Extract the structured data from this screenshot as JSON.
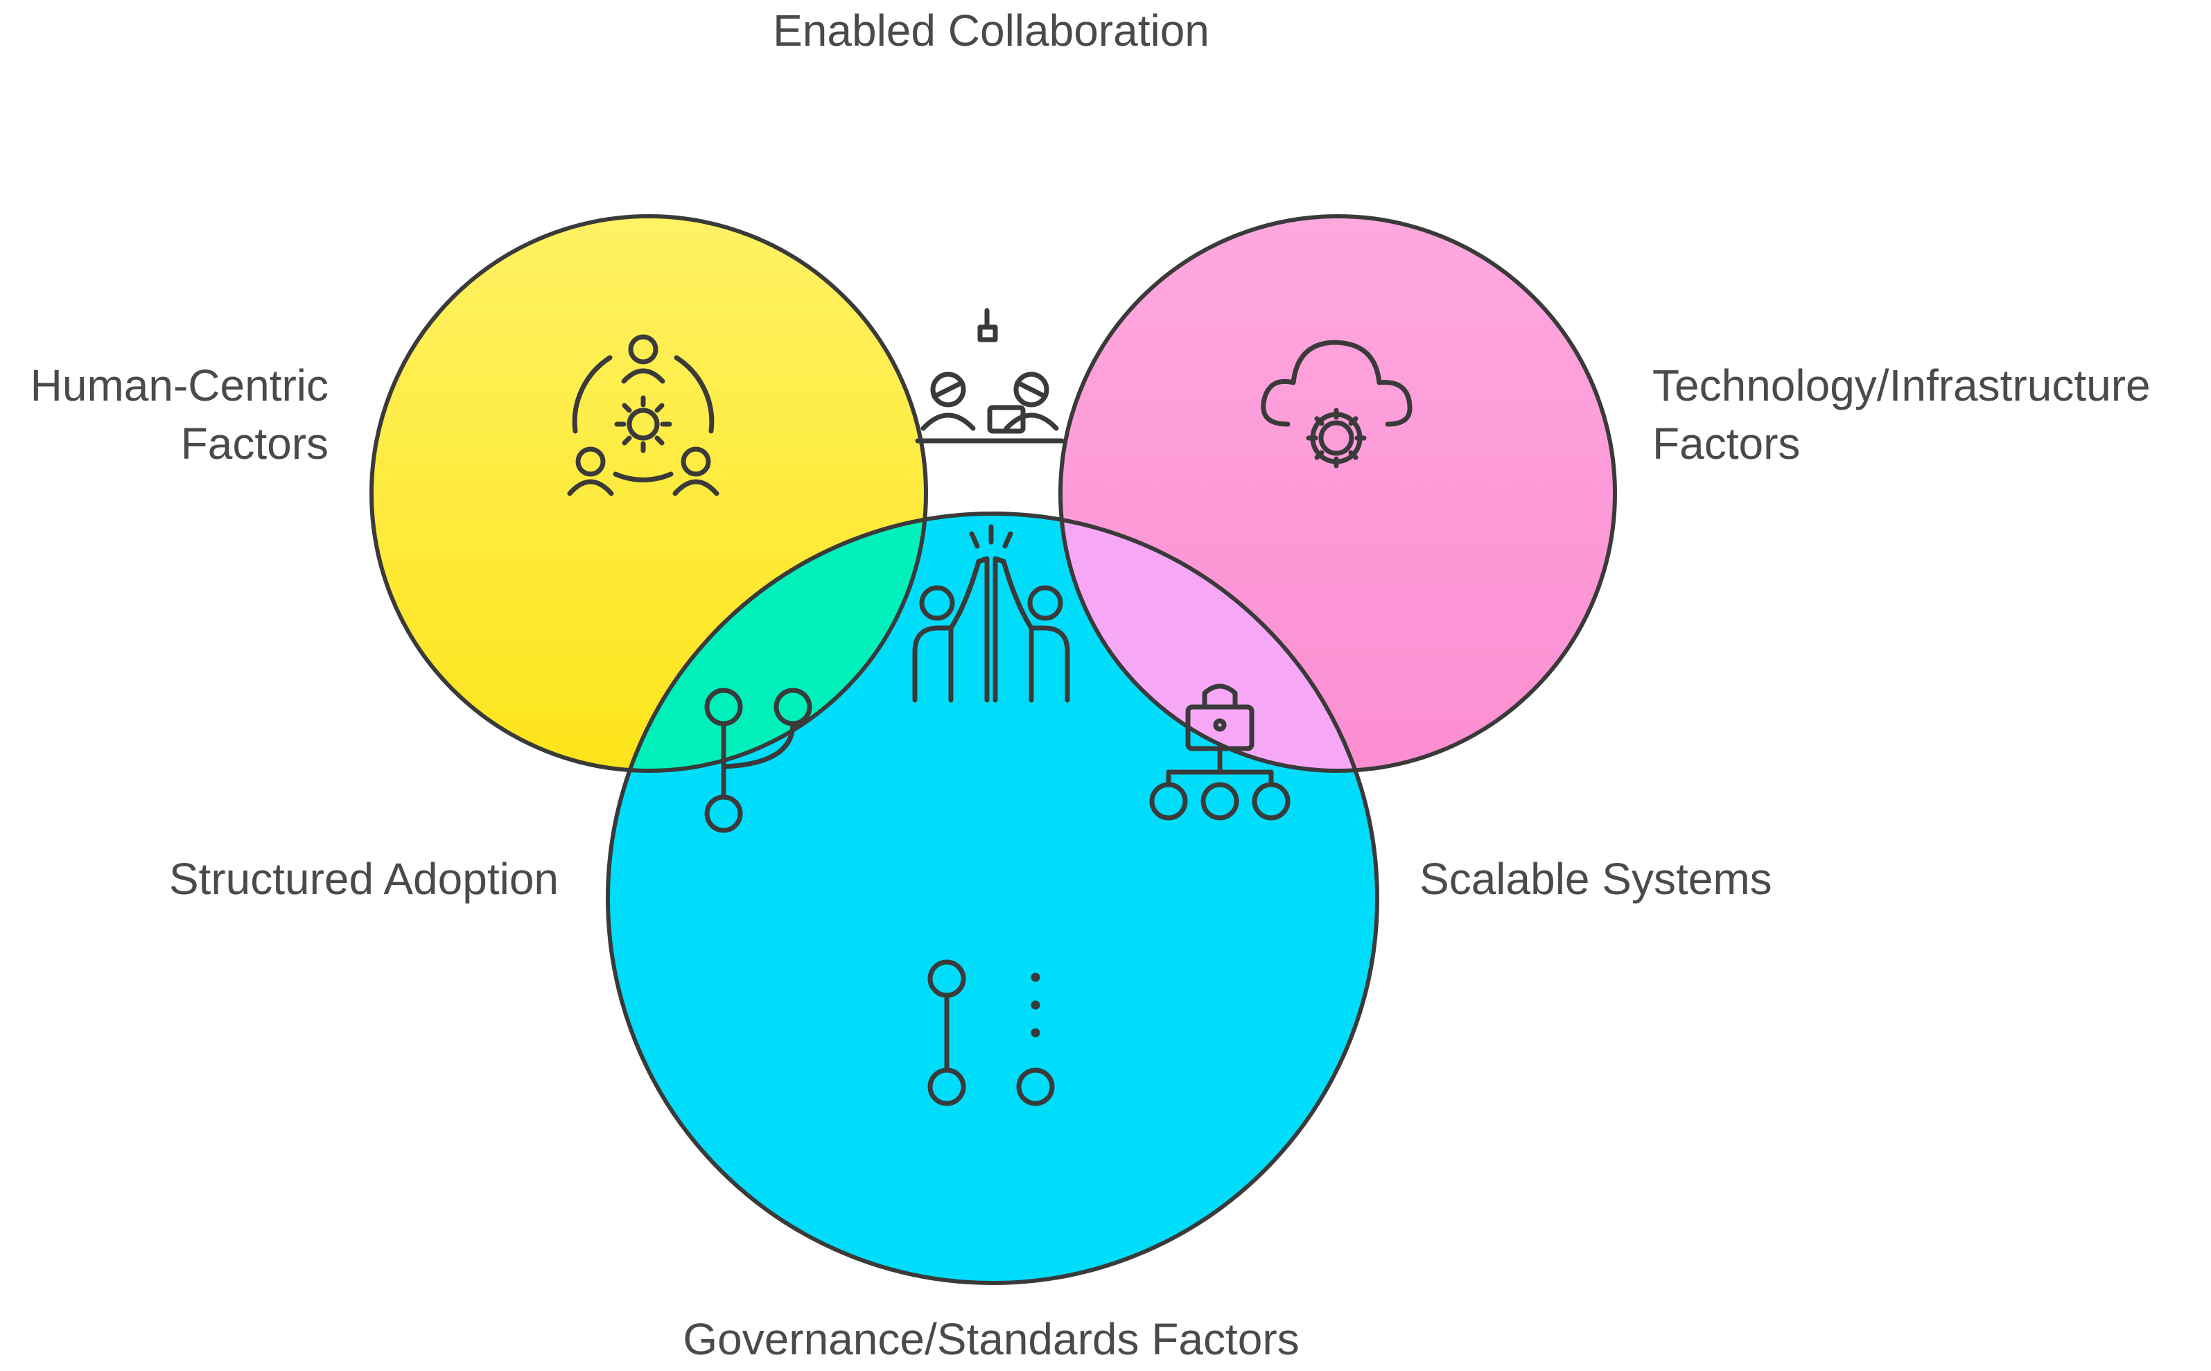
{
  "diagram": {
    "labels": {
      "top": "Enabled Collaboration",
      "left_line1": "Human-Centric",
      "left_line2": "Factors",
      "right_line1": "Technology/Infrastructure",
      "right_line2": "Factors",
      "bottom_left": "Structured Adoption",
      "bottom_right": "Scalable Systems",
      "bottom": "Governance/Standards Factors"
    },
    "colors": {
      "human": "#fde84e",
      "technology": "#fea3dc",
      "governance": "#00ddfa",
      "collaboration": "#fdbd85",
      "adoption": "#00f0bb",
      "scalable": "#f6a8f7",
      "center": "#d4d4d4",
      "outline": "#3a3a3a",
      "text": "#4a4a4a"
    },
    "icons": {
      "human": "people-gear-icon",
      "technology": "cloud-gear-icon",
      "governance": "nodes-icon",
      "collaboration": "meeting-icon",
      "adoption": "branch-icon",
      "scalable": "lock-hierarchy-icon",
      "center": "high-five-icon"
    }
  }
}
